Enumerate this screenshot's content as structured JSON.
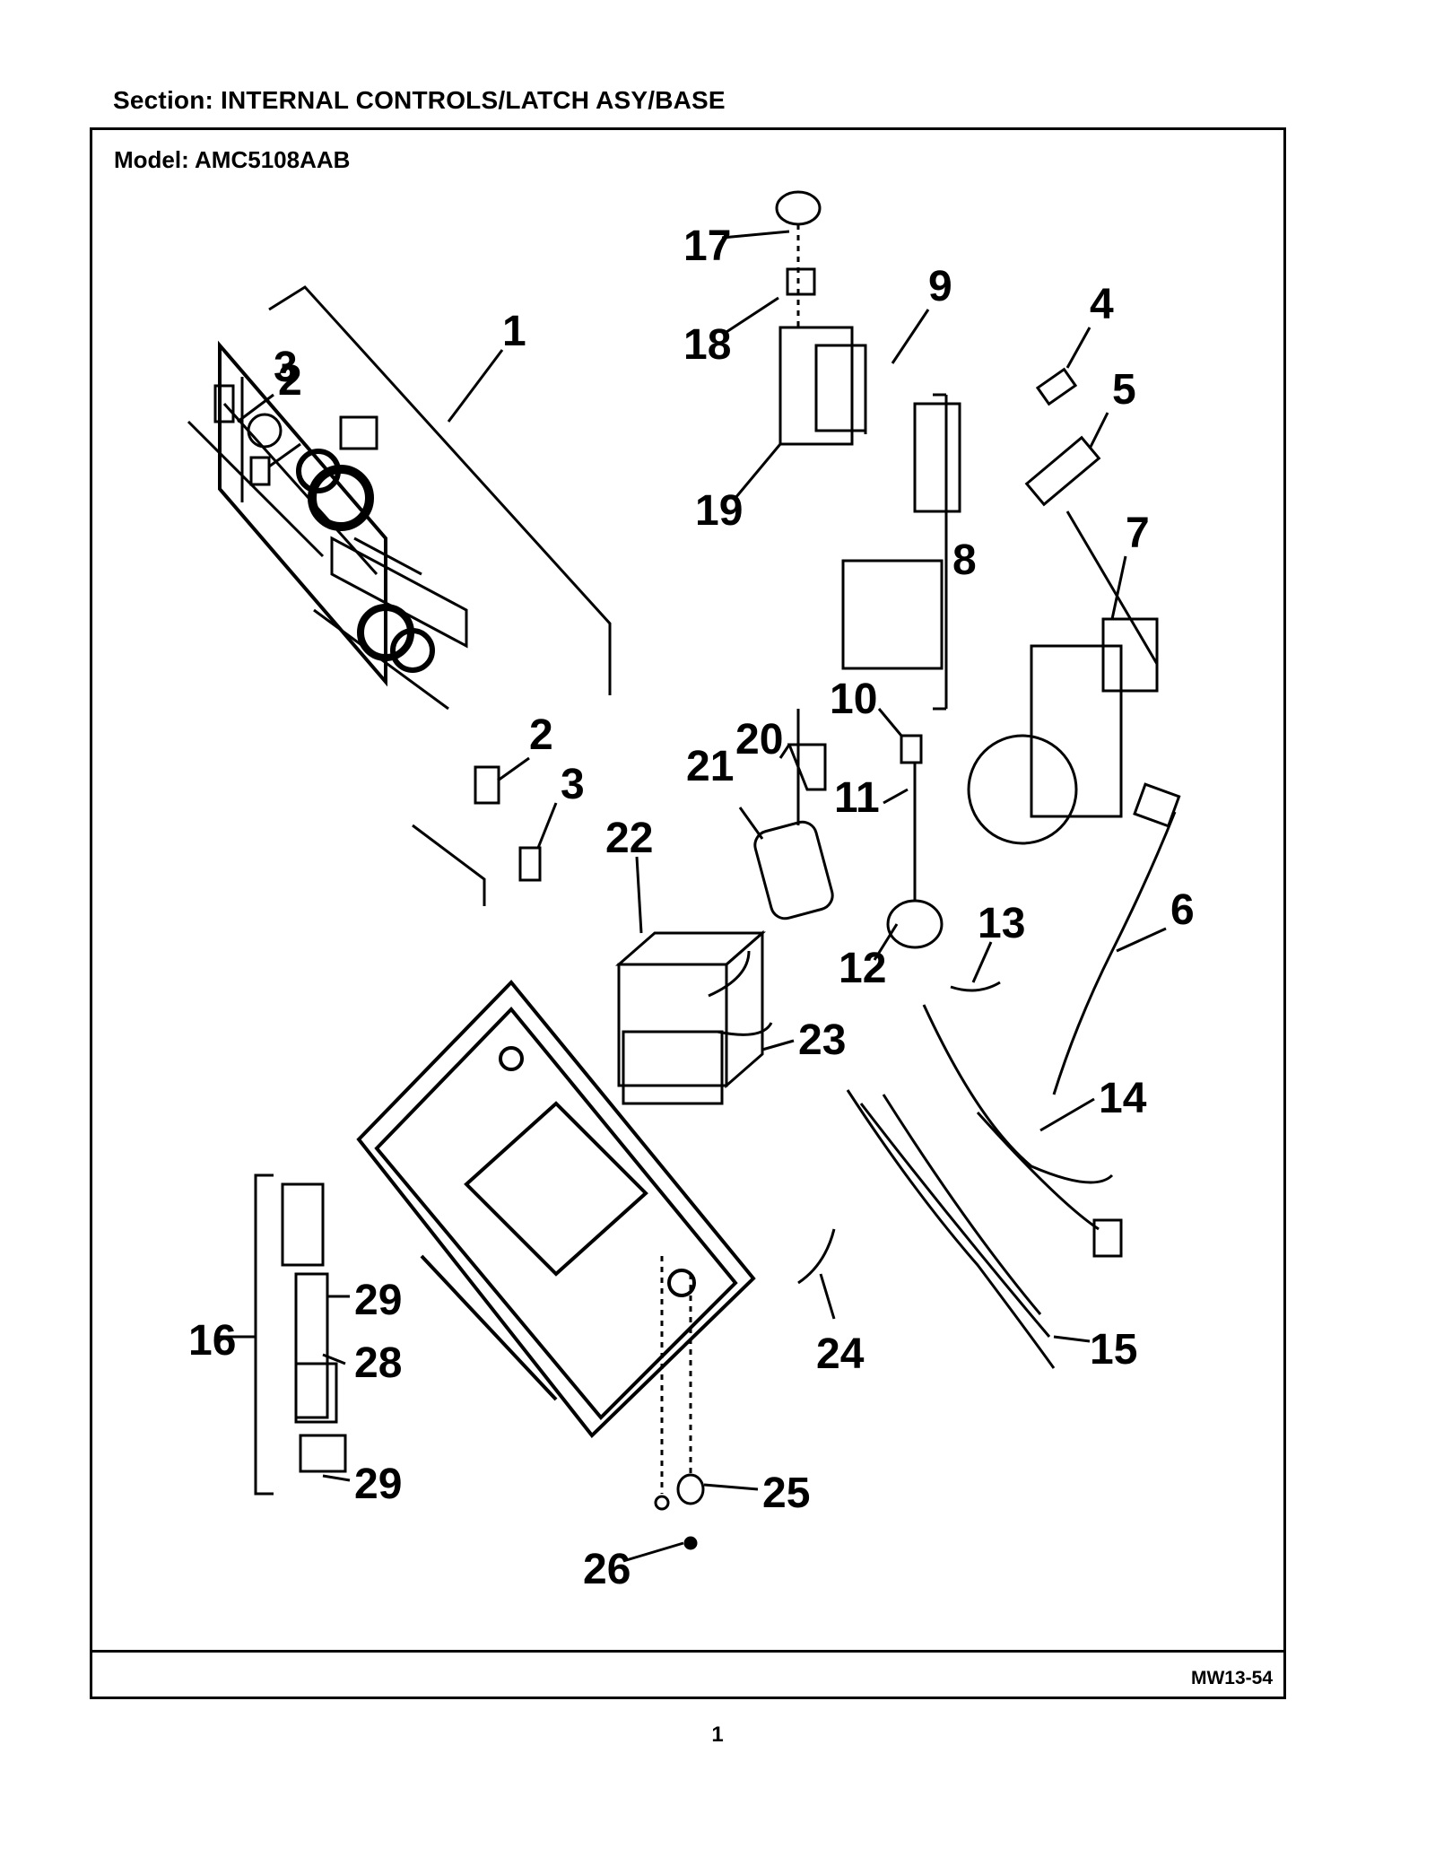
{
  "header": {
    "section_label": "Section:  INTERNAL CONTROLS/LATCH ASY/BASE"
  },
  "frame": {
    "model_label": "Model:  AMC5108AAB",
    "code": "MW13-54"
  },
  "footer": {
    "page_number": "1"
  },
  "callouts": [
    "1",
    "2",
    "3",
    "4",
    "5",
    "6",
    "7",
    "8",
    "9",
    "10",
    "11",
    "12",
    "13",
    "14",
    "15",
    "16",
    "17",
    "18",
    "19",
    "20",
    "21",
    "22",
    "23",
    "24",
    "25",
    "26",
    "28",
    "29"
  ]
}
